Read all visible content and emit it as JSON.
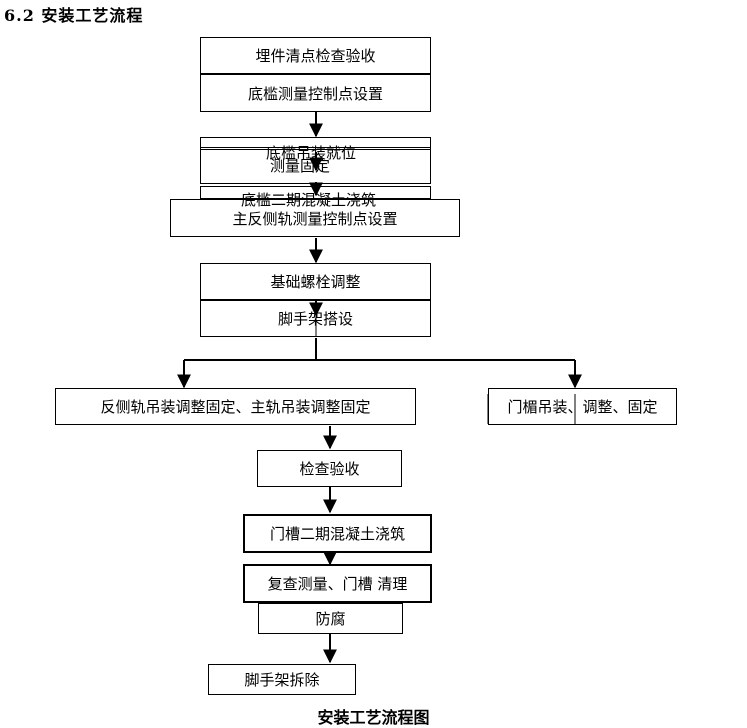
{
  "section_heading": "6.2 安装工艺流程",
  "steps": [
    "埋件清点检查验收",
    "底槛测量控制点设置",
    "底槛吊装就位",
    "测量固定",
    "底槛二期混凝土浇筑",
    "主反侧轨测量控制点设置",
    "基础螺栓调整",
    "脚手架搭设",
    "反侧轨吊装调整固定、主轨吊装调整固定",
    "门楣吊装、调整、固定",
    "检查验收",
    "门槽二期混凝土浇筑",
    "复查测量、门槽  清理",
    "防腐",
    "脚手架拆除"
  ],
  "caption": "安装工艺流程图"
}
